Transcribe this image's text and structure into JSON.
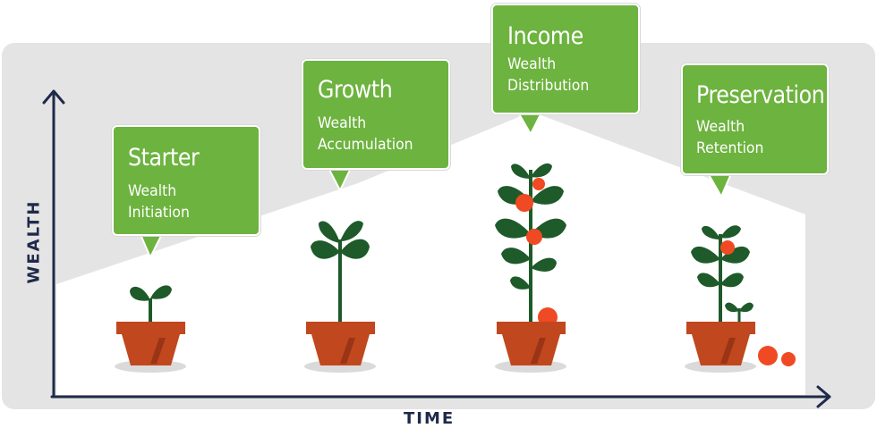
{
  "axes": {
    "x_label": "TIME",
    "y_label": "WEALTH"
  },
  "colors": {
    "background_band": "#e4e4e4",
    "axis": "#1f2a4a",
    "bubble": "#6db33f",
    "leaf": "#1e5a2a",
    "pot": "#c0471e",
    "fruit": "#ef4a23"
  },
  "stages": [
    {
      "title": "Starter",
      "line1": "Wealth",
      "line2": "Initiation"
    },
    {
      "title": "Growth",
      "line1": "Wealth",
      "line2": "Accumulation"
    },
    {
      "title": "Income",
      "line1": "Wealth",
      "line2": "Distribution"
    },
    {
      "title": "Preservation",
      "line1": "Wealth",
      "line2": "Retention"
    }
  ]
}
